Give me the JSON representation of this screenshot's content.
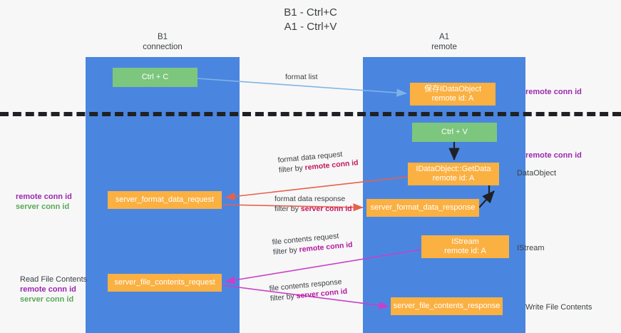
{
  "title": {
    "line1": "B1 - Ctrl+C",
    "line2": "A1 - Ctrl+V"
  },
  "lanes": [
    {
      "id": "b1",
      "name": "B1",
      "subtitle": "connection",
      "color": "#4a86e0"
    },
    {
      "id": "a1",
      "name": "A1",
      "subtitle": "remote",
      "color": "#4a86e0"
    }
  ],
  "nodes": {
    "ctrl_c": {
      "label": "Ctrl + C",
      "color": "#7dc67d"
    },
    "ctrl_v": {
      "label": "Ctrl + V",
      "color": "#7dc67d"
    },
    "idataobject_save": {
      "line1": "保存IDataObject",
      "line2": "remote id: A",
      "color": "#fbb042"
    },
    "getdata": {
      "line1": "IDataObject::GetData",
      "line2": "remote id: A",
      "color": "#fbb042"
    },
    "istream": {
      "line1": "IStream",
      "line2": "remote id: A",
      "color": "#fbb042"
    },
    "server_format_data_request": {
      "label": "server_format_data_request",
      "color": "#fbb042"
    },
    "server_format_data_response": {
      "label": "server_format_data_response",
      "color": "#fbb042"
    },
    "server_file_contents_request": {
      "label": "server_file_contents_request",
      "color": "#fbb042"
    },
    "server_file_contents_response": {
      "label": "server_file_contents_response",
      "color": "#fbb042"
    }
  },
  "edge_labels": {
    "format_list": {
      "text": "format list"
    },
    "format_data_request": {
      "line1": "format data request",
      "line2_prefix": "filter by ",
      "line2_emphasis": "remote conn id"
    },
    "format_data_response": {
      "line1": "format data response",
      "line2_prefix": "filter by ",
      "line2_emphasis": "server conn id"
    },
    "file_contents_request": {
      "line1": "file contents request",
      "line2_prefix": "filter by ",
      "line2_emphasis": "remote conn id"
    },
    "file_contents_response": {
      "line1": "file contents response",
      "line2_prefix": "filter by ",
      "line2_emphasis": "server conn id"
    }
  },
  "side_notes": {
    "right_top": {
      "purple": "remote conn id"
    },
    "right_getdata": {
      "purple": "remote conn id"
    },
    "right_dataobject": {
      "plain": "DataObject"
    },
    "right_istream": {
      "plain": "IStream"
    },
    "right_write": {
      "plain": "Write File Contents"
    },
    "left_format": {
      "purple": "remote conn id",
      "green": "server conn id"
    },
    "left_file": {
      "plain": "Read File Contents",
      "purple": "remote conn id",
      "green": "server conn id"
    }
  },
  "colors": {
    "lane": "#4a86e0",
    "green_node": "#7dc67d",
    "orange_node": "#fbb042",
    "separator": "#202124",
    "arrow_blue": "#7fb3e8",
    "arrow_black": "#202124",
    "arrow_red": "#e8604c",
    "arrow_magenta": "#c840c8",
    "text_purple": "#9c27b0",
    "text_green": "#5aa85a"
  }
}
